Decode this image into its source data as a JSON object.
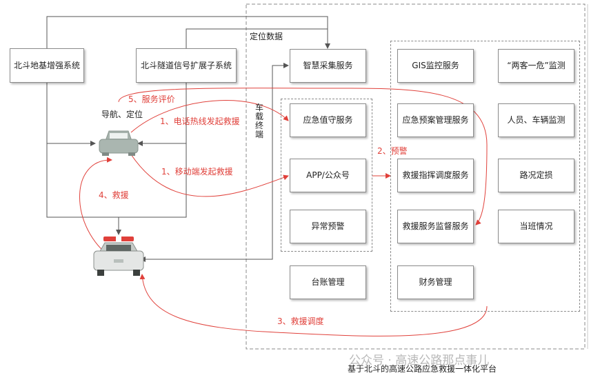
{
  "boxes": {
    "beidou_ground": "北斗地基增强系统",
    "beidou_tunnel": "北斗隧道信号扩展子系统",
    "smart_collect": "智慧采集服务",
    "gis": "GIS监控服务",
    "two_one": "“两客一危”监测",
    "emergency_duty": "应急值守服务",
    "plan_mgmt": "应急预案管理服务",
    "people_vehicle": "人员、车辆监测",
    "app": "APP/公众号",
    "dispatch": "救援指挥调度服务",
    "road_loss": "路况定损",
    "abnormal": "异常预警",
    "supervision": "救援服务监督服务",
    "duty": "当班情况",
    "ledger": "台账管理",
    "finance": "财务管理"
  },
  "labels": {
    "positioning_data": "定位数据",
    "nav_position": "导航、定位",
    "service_eval": "5、服务评价",
    "phone_rescue": "1、电话热线发起救援",
    "mobile_rescue": "1、移动端发起救援",
    "warning": "2、预警",
    "rescue": "4、救援",
    "dispatch_rescue": "3、救援调度",
    "vehicle_terminal": "车载终端"
  },
  "footer": {
    "watermark": "公众号 · 高速公路那点事儿",
    "caption": "基于北斗的高速公路应急救援一体化平台"
  },
  "colors": {
    "red_flow": "#e0403a",
    "line": "#555555",
    "border": "#8a8a8a"
  }
}
